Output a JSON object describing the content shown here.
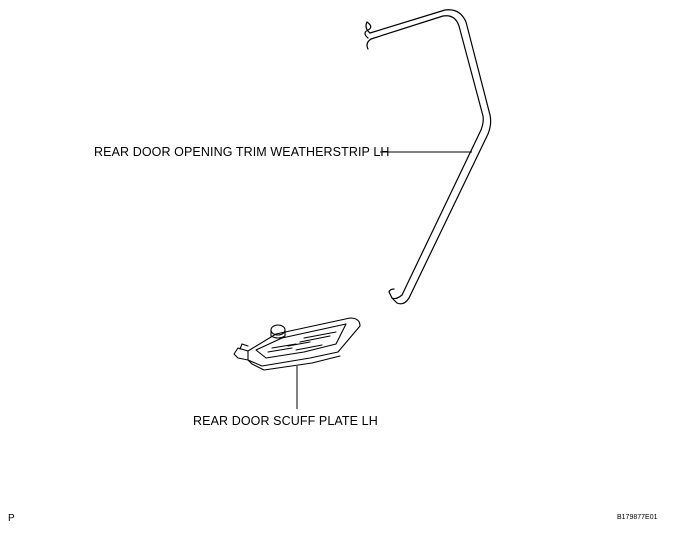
{
  "labels": {
    "weatherstrip": "REAR DOOR OPENING TRIM WEATHERSTRIP LH",
    "scuff_plate": "REAR DOOR SCUFF PLATE LH",
    "corner_mark": "P",
    "figure_code": "B179877E01"
  },
  "parts": [
    {
      "id": "weatherstrip",
      "icon": "rear-door-opening-trim-weatherstrip-drawing"
    },
    {
      "id": "scuff_plate",
      "icon": "rear-door-scuff-plate-drawing"
    }
  ]
}
